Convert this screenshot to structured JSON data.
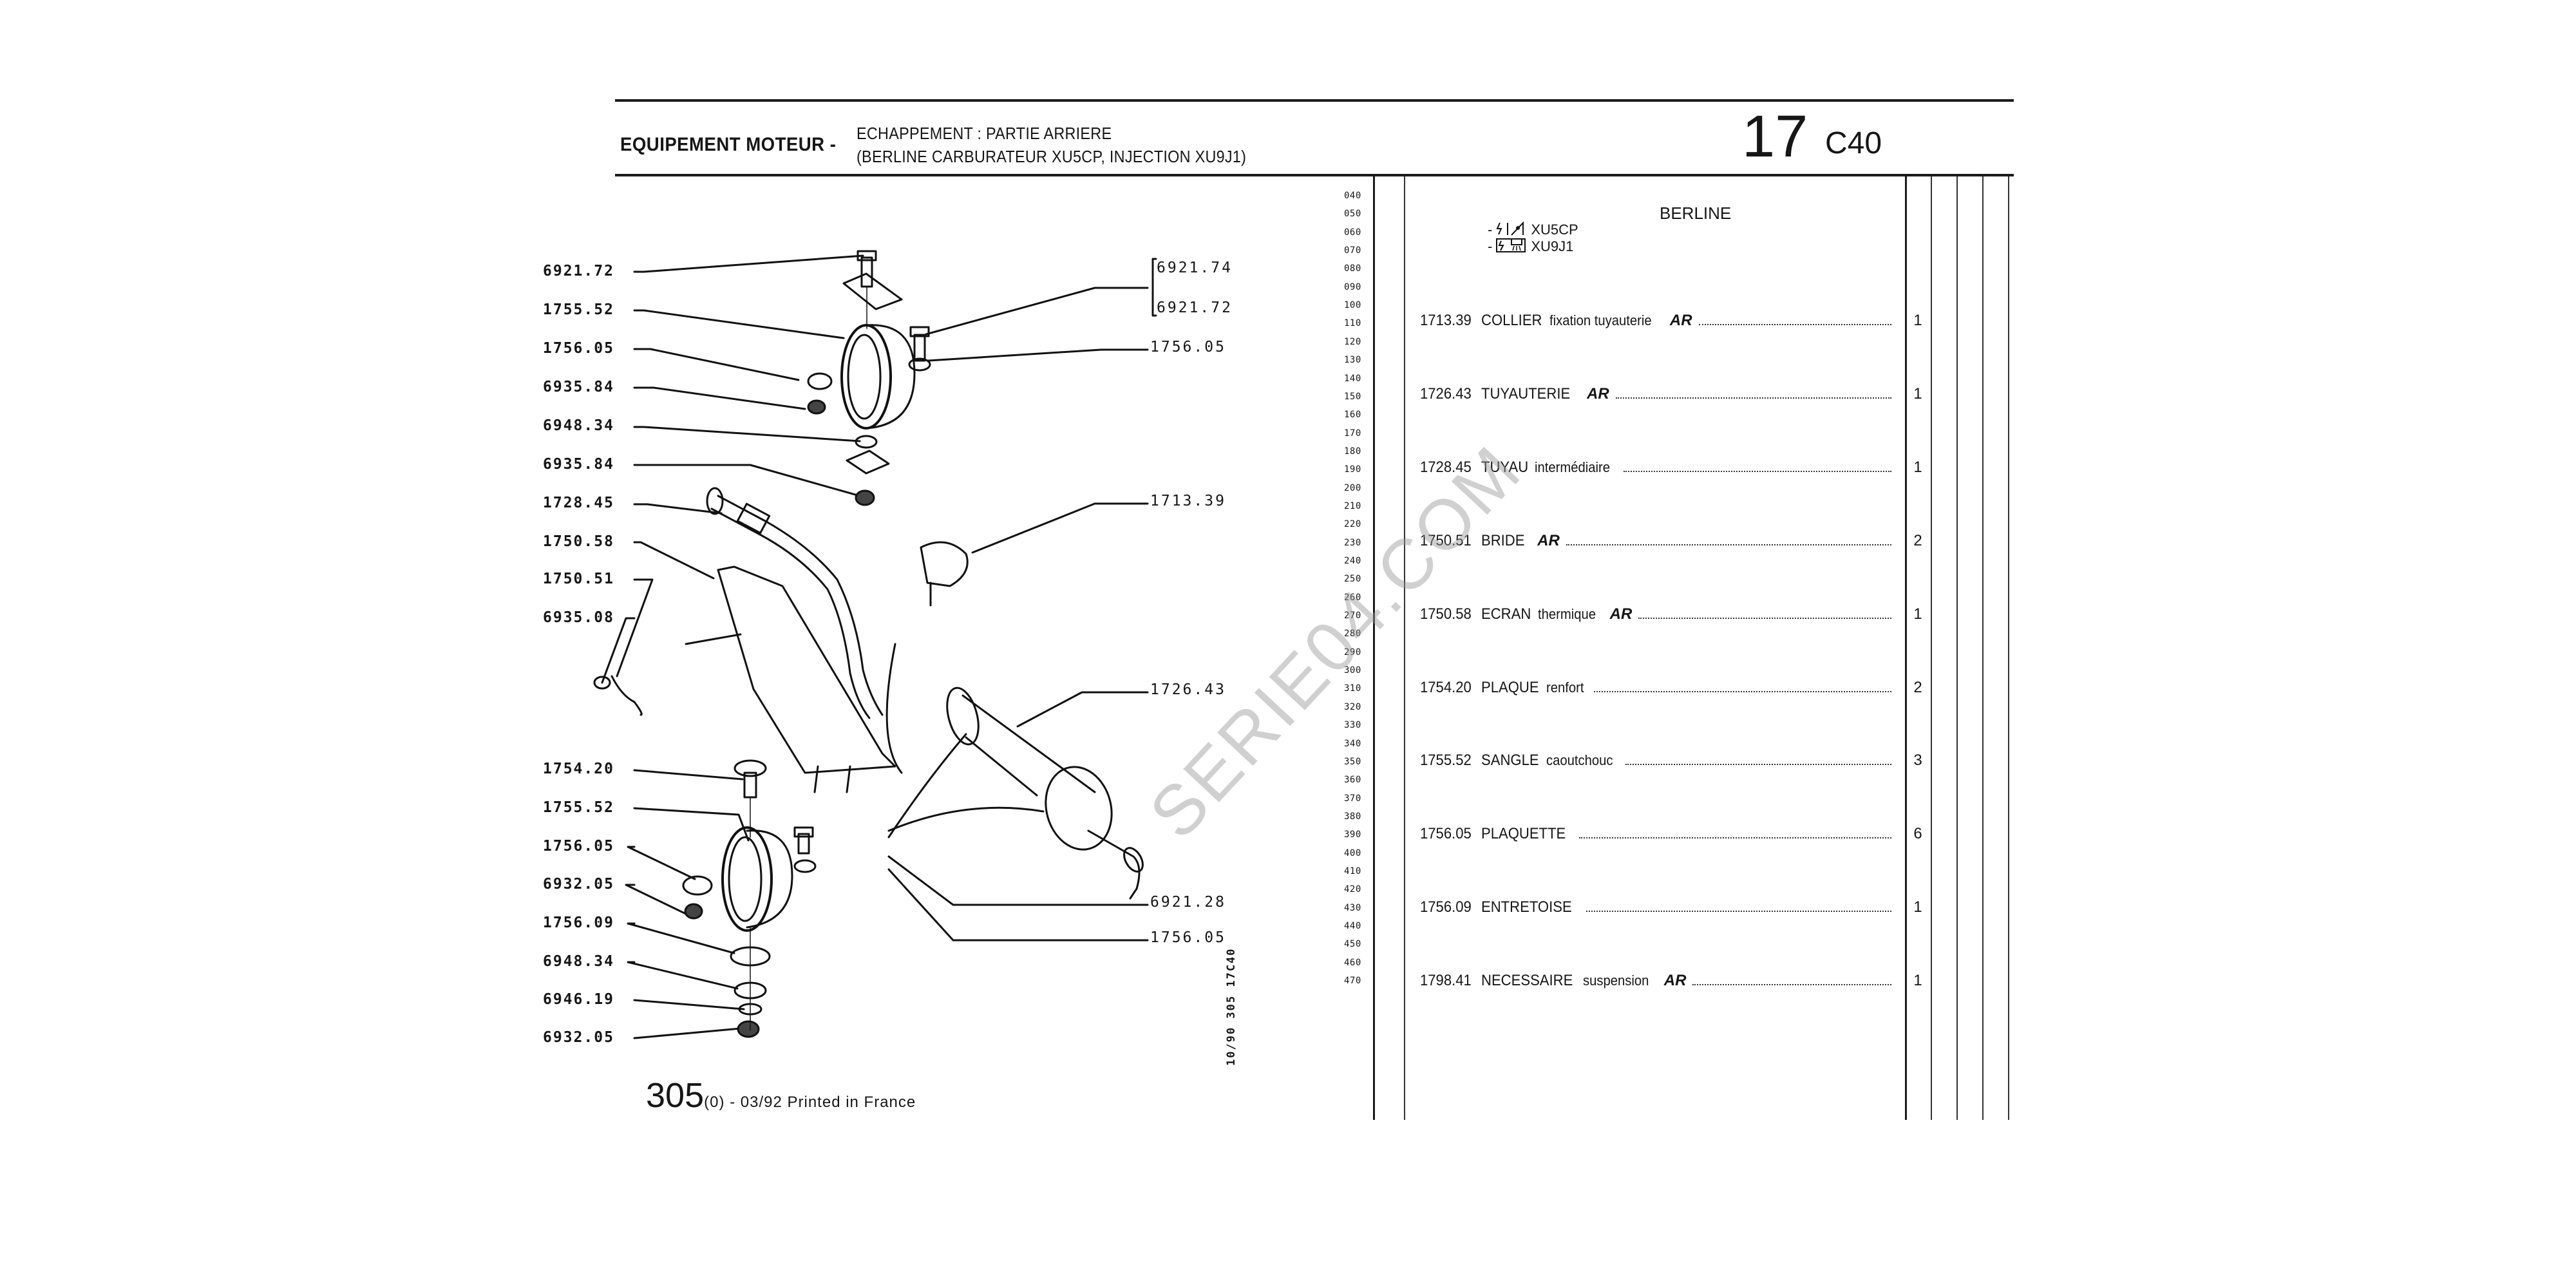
{
  "header": {
    "section": "EQUIPEMENT MOTEUR -",
    "subtitle_line1": "ECHAPPEMENT : PARTIE ARRIERE",
    "subtitle_line2": "(BERLINE CARBURATEUR XU5CP, INJECTION XU9J1)",
    "group_number": "17",
    "plate_code": "C40"
  },
  "table": {
    "column_title": "BERLINE",
    "engines": [
      {
        "prefix": "-",
        "icon": "carburetor-engine-icon",
        "code": "XU5CP"
      },
      {
        "prefix": "-",
        "icon": "injection-engine-icon",
        "code": "XU9J1"
      }
    ],
    "line_numbers": [
      "040",
      "050",
      "060",
      "070",
      "080",
      "090",
      "100",
      "110",
      "120",
      "130",
      "140",
      "150",
      "160",
      "170",
      "180",
      "190",
      "200",
      "210",
      "220",
      "230",
      "240",
      "250",
      "260",
      "270",
      "280",
      "290",
      "300",
      "310",
      "320",
      "330",
      "340",
      "350",
      "360",
      "370",
      "380",
      "390",
      "400",
      "410",
      "420",
      "430",
      "440",
      "450",
      "460",
      "470"
    ],
    "rows": [
      {
        "ref": "1713.39",
        "name": "COLLIER",
        "detail": "fixation tuyauterie",
        "ar": true,
        "qty": "1"
      },
      {
        "ref": "1726.43",
        "name": "TUYAUTERIE",
        "detail": "",
        "ar": true,
        "qty": "1"
      },
      {
        "ref": "1728.45",
        "name": "TUYAU",
        "detail": "intermédiaire",
        "ar": false,
        "qty": "1"
      },
      {
        "ref": "1750.51",
        "name": "BRIDE",
        "detail": "",
        "ar": true,
        "qty": "2"
      },
      {
        "ref": "1750.58",
        "name": "ECRAN",
        "detail": "thermique",
        "ar": true,
        "qty": "1"
      },
      {
        "ref": "1754.20",
        "name": "PLAQUE",
        "detail": "renfort",
        "ar": false,
        "qty": "2"
      },
      {
        "ref": "1755.52",
        "name": "SANGLE",
        "detail": "caoutchouc",
        "ar": false,
        "qty": "3"
      },
      {
        "ref": "1756.05",
        "name": "PLAQUETTE",
        "detail": "",
        "ar": false,
        "qty": "6"
      },
      {
        "ref": "1756.09",
        "name": "ENTRETOISE",
        "detail": "",
        "ar": false,
        "qty": "1"
      },
      {
        "ref": "1798.41",
        "name": "NECESSAIRE",
        "detail": "suspension",
        "ar": true,
        "qty": "1"
      }
    ],
    "ar_symbol": "AR"
  },
  "diagram": {
    "left_callouts": [
      "6921.72",
      "1755.52",
      "1756.05",
      "6935.84",
      "6948.34",
      "6935.84",
      "1728.45",
      "1750.58",
      "1750.51",
      "6935.08",
      "1754.20",
      "1755.52",
      "1756.05",
      "6932.05",
      "1756.09",
      "6948.34",
      "6946.19",
      "6932.05"
    ],
    "right_callouts": {
      "bracket_top": "6921.74",
      "bracket_bottom": "6921.72",
      "r1": "1756.05",
      "r2": "1713.39",
      "r3": "1726.43",
      "r4": "6921.28",
      "r5": "1756.05"
    },
    "vertical_code": "10/90 305 17C40"
  },
  "footer": {
    "model": "305",
    "suffix": "(0) - 03/92 Printed in France"
  },
  "watermark": "SERIE04.COM"
}
